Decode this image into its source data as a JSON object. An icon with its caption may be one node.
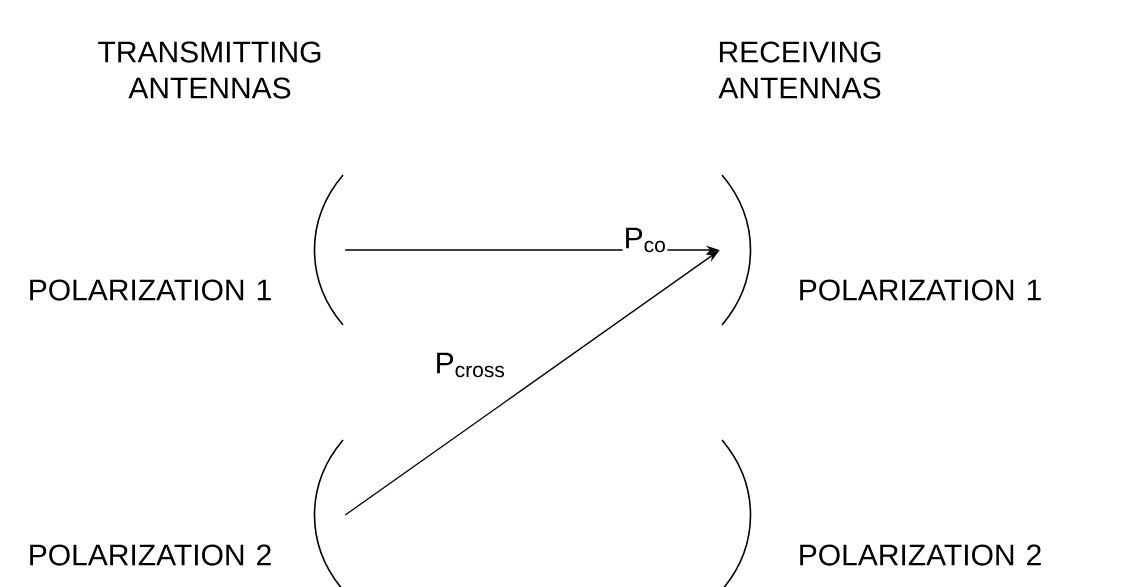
{
  "diagram": {
    "nodes": [
      {
        "text": [],
        "shape": "arc",
        "beside": [
          "POLARIZATION 1"
        ]
      },
      {
        "text": [],
        "shape": "arc",
        "beside": [
          "POLARIZATION 2"
        ]
      },
      {
        "text": [],
        "shape": "arc",
        "beside": [
          "POLARIZATION 1"
        ]
      },
      {
        "text": [],
        "shape": "arc",
        "beside": [
          "POLARIZATION 2"
        ]
      }
    ],
    "edges": [
      {
        "from": 0,
        "to": 2,
        "arrow": "to",
        "label": "P$_{co}$"
      },
      {
        "from": 1,
        "to": 2,
        "arrow": "to",
        "label": "P$_{cross}$"
      }
    ],
    "labels": [
      "TRANSMITTING ANTENNAS",
      "RECEIVING ANTENNAS"
    ]
  }
}
